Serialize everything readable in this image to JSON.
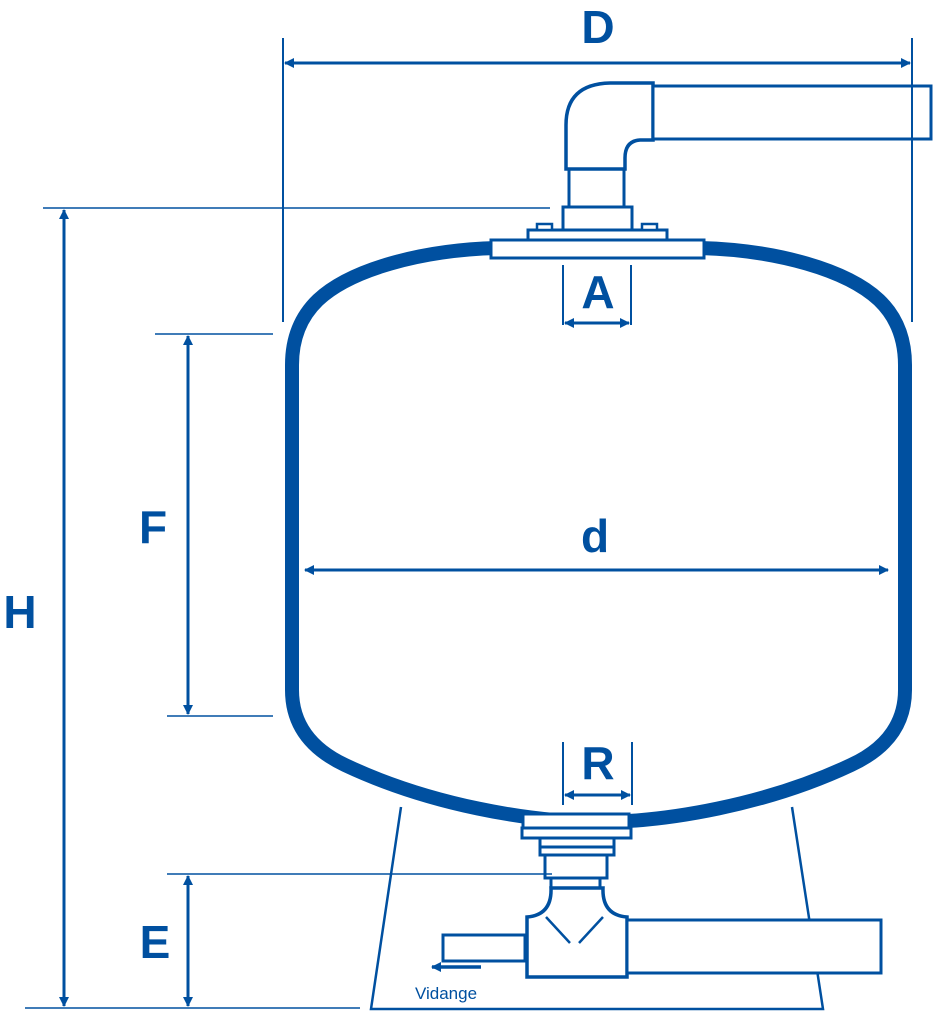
{
  "diagram": {
    "title": "Filter tank dimension drawing",
    "accent_color": "#0050a0",
    "labels": {
      "D": "D",
      "H": "H",
      "F": "F",
      "d": "d",
      "A": "A",
      "R": "R",
      "E": "E"
    },
    "drain_label": "Vidange"
  }
}
